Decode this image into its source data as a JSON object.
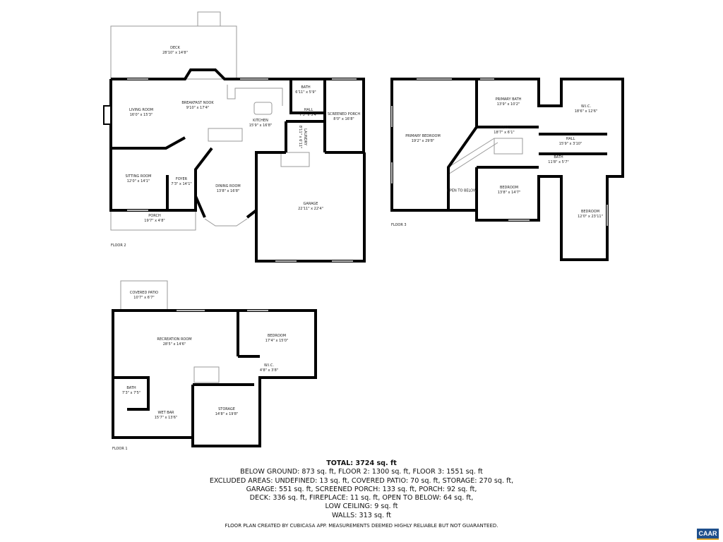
{
  "floors": {
    "floor2": {
      "label": "FLOOR 2",
      "rooms": [
        {
          "name": "DECK",
          "dims": "28'10\" x 14'8\""
        },
        {
          "name": "LIVING ROOM",
          "dims": "16'0\" x 15'3\""
        },
        {
          "name": "BREAKFAST NOOK",
          "dims": "9'10\" x 17'4\""
        },
        {
          "name": "KITCHEN",
          "dims": "15'9\" x 16'8\""
        },
        {
          "name": "BATH",
          "dims": "6'11\" x 5'9\""
        },
        {
          "name": "HALL",
          "dims": "7'3\" x 3'4\""
        },
        {
          "name": "SCREENED PORCH",
          "dims": "8'0\" x 16'8\""
        },
        {
          "name": "LAUNDRY",
          "dims": "8'11\" x 6'11\""
        },
        {
          "name": "SITTING ROOM",
          "dims": "12'0\" x 14'1\""
        },
        {
          "name": "FOYER",
          "dims": "7'3\" x 14'1\""
        },
        {
          "name": "DINING ROOM",
          "dims": "13'8\" x 16'8\""
        },
        {
          "name": "PORCH",
          "dims": "19'7\" x 4'8\""
        },
        {
          "name": "GARAGE",
          "dims": "22'11\" x 22'4\""
        }
      ]
    },
    "floor3": {
      "label": "FLOOR 3",
      "rooms": [
        {
          "name": "PRIMARY BEDROOM",
          "dims": "19'2\" x 29'8\""
        },
        {
          "name": "PRIMARY BATH",
          "dims": "13'9\" x 10'2\""
        },
        {
          "name": "W.I.C.",
          "dims": "18'6\" x 12'6\""
        },
        {
          "name": "HALL",
          "dims": "18'7\" x 6'1\""
        },
        {
          "name": "HALL",
          "dims": "15'9\" x 3'10\""
        },
        {
          "name": "BATH",
          "dims": "11'8\" x 5'7\""
        },
        {
          "name": "OPEN TO BELOW",
          "dims": ""
        },
        {
          "name": "BEDROOM",
          "dims": "13'8\" x 14'7\""
        },
        {
          "name": "BEDROOM",
          "dims": "12'0\" x 23'11\""
        }
      ]
    },
    "floor1": {
      "label": "FLOOR 1",
      "rooms": [
        {
          "name": "COVERED PATIO",
          "dims": "10'7\" x 6'7\""
        },
        {
          "name": "RECREATION ROOM",
          "dims": "28'5\" x 14'6\""
        },
        {
          "name": "BEDROOM",
          "dims": "17'4\" x 15'0\""
        },
        {
          "name": "W.I.C.",
          "dims": "4'8\" x 3'8\""
        },
        {
          "name": "BATH",
          "dims": "7'3\" x 7'5\""
        },
        {
          "name": "WET BAR",
          "dims": "15'7\" x 13'6\""
        },
        {
          "name": "STORAGE",
          "dims": "14'8\" x 19'8\""
        }
      ]
    }
  },
  "summary": {
    "total": "TOTAL: 3724 sq. ft",
    "lines": [
      "BELOW GROUND: 873 sq. ft, FLOOR 2: 1300 sq. ft, FLOOR 3: 1551 sq. ft",
      "EXCLUDED AREAS: UNDEFINED: 13 sq. ft, COVERED PATIO: 70 sq. ft, STORAGE: 270 sq. ft,",
      "GARAGE: 551 sq. ft, SCREENED PORCH: 133 sq. ft, PORCH: 92 sq. ft,",
      "DECK: 336 sq. ft, FIREPLACE: 11 sq. ft, OPEN TO BELOW: 64 sq. ft,",
      "LOW CEILING: 9 sq. ft",
      "WALLS: 313 sq. ft"
    ]
  },
  "disclaimer": "FLOOR PLAN CREATED BY CUBICASA APP. MEASUREMENTS DEEMED HIGHLY RELIABLE BUT NOT GUARANTEED.",
  "logo": {
    "text": "CAAR",
    "colors": {
      "background": "#1e4f8c",
      "stripe": "#e0a52a"
    }
  }
}
